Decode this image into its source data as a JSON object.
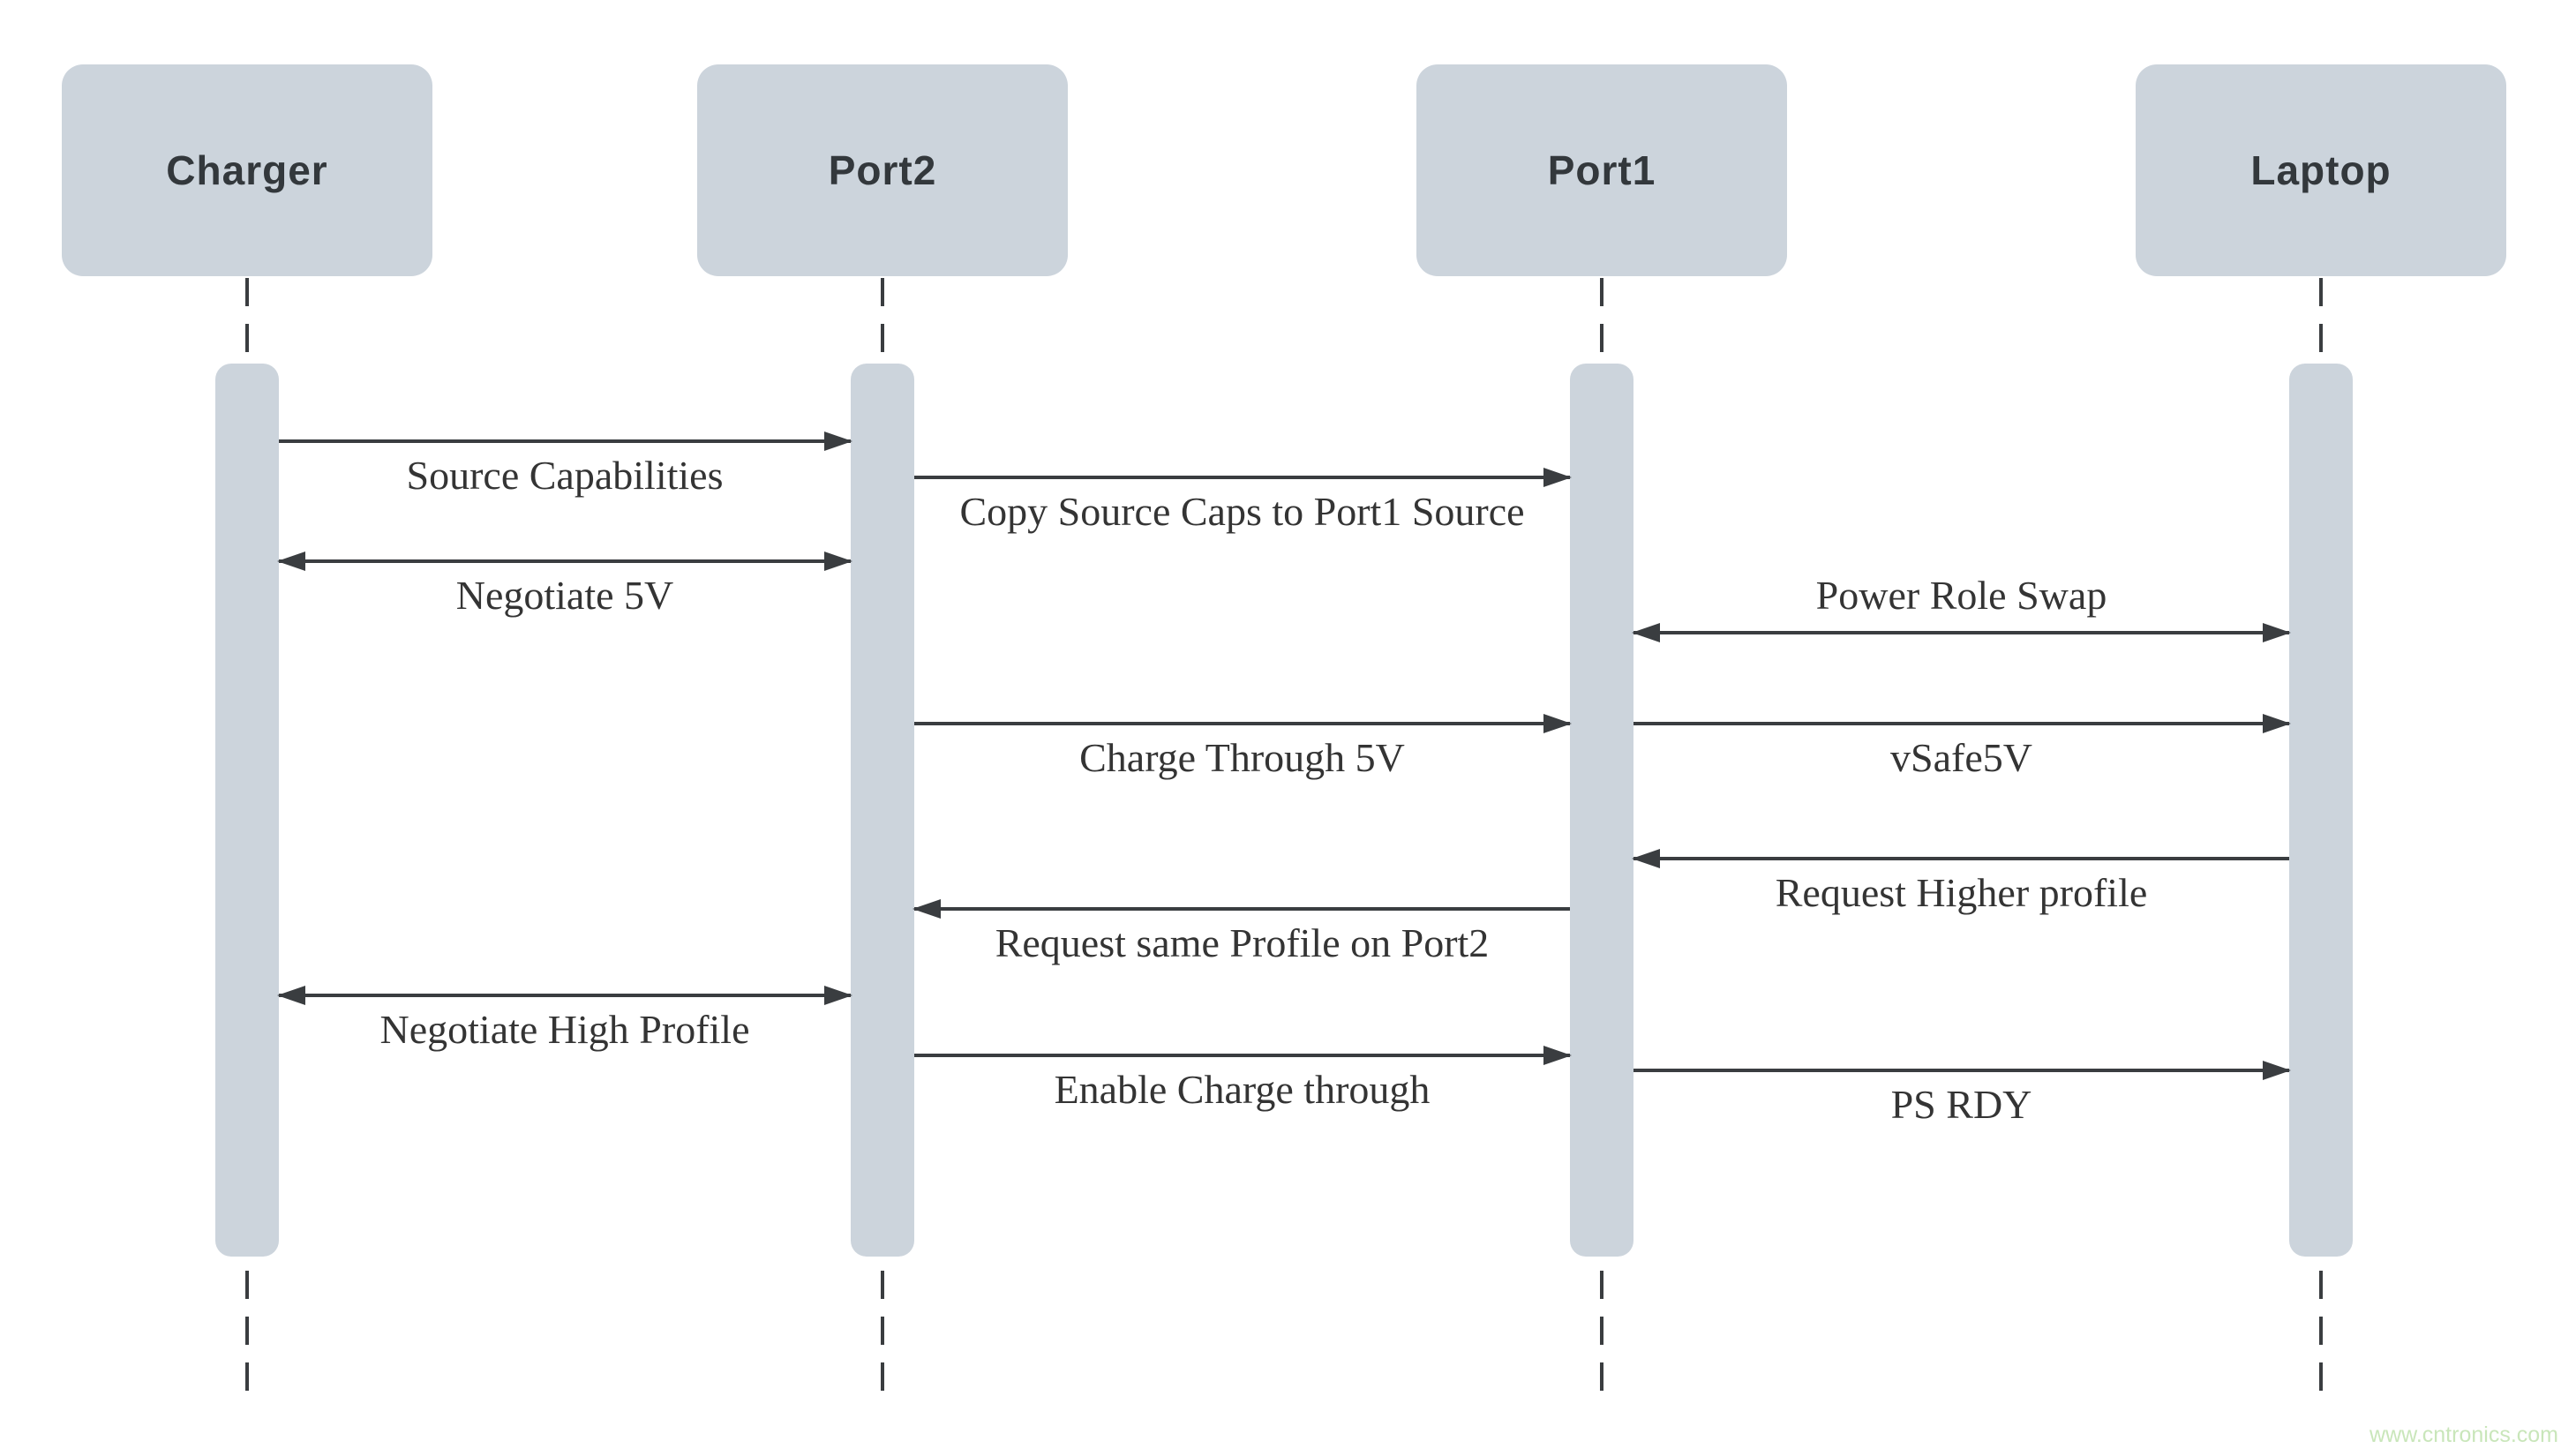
{
  "diagram": {
    "type": "sequence-diagram",
    "actors": [
      {
        "id": "charger",
        "label": "Charger"
      },
      {
        "id": "port2",
        "label": "Port2"
      },
      {
        "id": "port1",
        "label": "Port1"
      },
      {
        "id": "laptop",
        "label": "Laptop"
      }
    ],
    "messages": [
      {
        "label": "Source Capabilities",
        "from": "Charger",
        "to": "Port2",
        "direction": "right",
        "label_position": "below"
      },
      {
        "label": "Copy Source Caps to Port1 Source",
        "from": "Port2",
        "to": "Port1",
        "direction": "right",
        "label_position": "below"
      },
      {
        "label": "Negotiate 5V",
        "from": "Charger",
        "to": "Port2",
        "direction": "both",
        "label_position": "below"
      },
      {
        "label": "Power Role Swap",
        "from": "Port1",
        "to": "Laptop",
        "direction": "both",
        "label_position": "above"
      },
      {
        "label": "Charge Through 5V",
        "from": "Port2",
        "to": "Port1",
        "direction": "right",
        "label_position": "below"
      },
      {
        "label": "vSafe5V",
        "from": "Port1",
        "to": "Laptop",
        "direction": "right",
        "label_position": "below"
      },
      {
        "label": "Request Higher profile",
        "from": "Laptop",
        "to": "Port1",
        "direction": "left",
        "label_position": "below"
      },
      {
        "label": "Request same Profile on Port2",
        "from": "Port1",
        "to": "Port2",
        "direction": "left",
        "label_position": "below"
      },
      {
        "label": "Negotiate High Profile",
        "from": "Charger",
        "to": "Port2",
        "direction": "both",
        "label_position": "below"
      },
      {
        "label": "Enable Charge through",
        "from": "Port2",
        "to": "Port1",
        "direction": "right",
        "label_position": "below"
      },
      {
        "label": "PS RDY",
        "from": "Port1",
        "to": "Laptop",
        "direction": "right",
        "label_position": "below"
      }
    ],
    "watermark": "www.cntronics.com",
    "colors": {
      "actor_fill": "#ccd4dc",
      "actor_text": "#33383c",
      "line": "#3a3d40",
      "message_text": "#343434",
      "watermark": "#c9e6ba",
      "background": "#ffffff"
    }
  }
}
